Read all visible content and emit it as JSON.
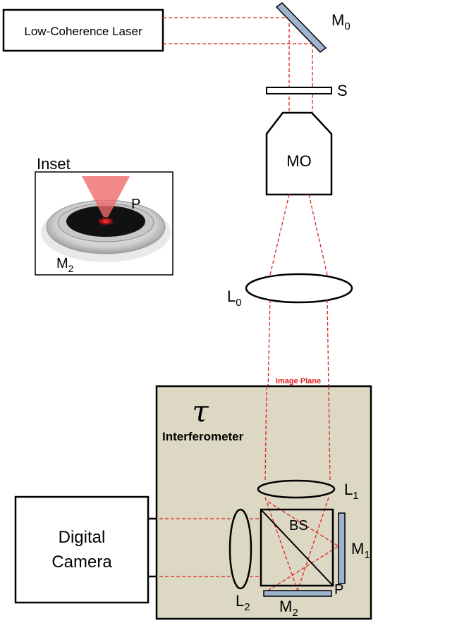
{
  "labels": {
    "laser": "Low-Coherence Laser",
    "mirror_m0": "M",
    "mirror_m0_sub": "0",
    "shutter": "S",
    "objective": "MO",
    "lens_l0": "L",
    "lens_l0_sub": "0",
    "image_plane": "Image Plane",
    "tau": "τ",
    "interferometer": "Interferometer",
    "lens_l1": "L",
    "lens_l1_sub": "1",
    "beamsplitter": "BS",
    "mirror_m1": "M",
    "mirror_m1_sub": "1",
    "sample_p": "P",
    "mirror_m2": "M",
    "mirror_m2_sub": "2",
    "lens_l2": "L",
    "lens_l2_sub": "2",
    "camera_line1": "Digital",
    "camera_line2": "Camera",
    "inset_title": "Inset",
    "inset_p": "P",
    "inset_m2": "M",
    "inset_m2_sub": "2"
  },
  "colors": {
    "beam": "#e02020",
    "interferometer_fill": "#ddd8c3",
    "mirror_fill": "#9fb3cf",
    "laser_cone": "#f06a6a"
  }
}
